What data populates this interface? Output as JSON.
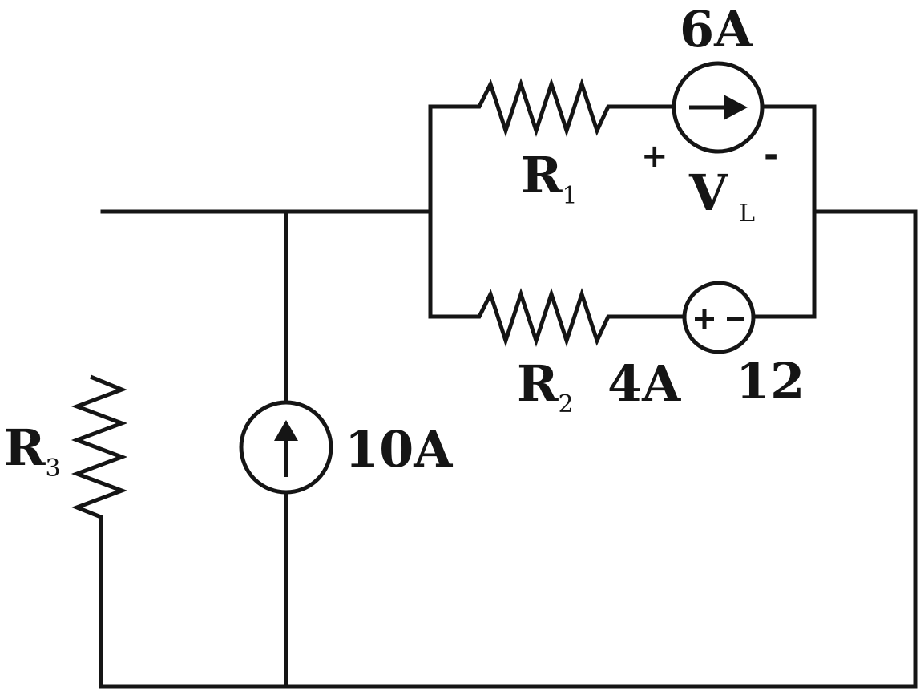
{
  "diagram": {
    "type": "circuit",
    "colors": {
      "ink": "#151515",
      "background": "#ffffff"
    },
    "components": {
      "r1": {
        "name": "R",
        "subscript": "1"
      },
      "r2": {
        "name": "R",
        "subscript": "2"
      },
      "r3": {
        "name": "R",
        "subscript": "3"
      },
      "current_source_top": {
        "value": "6A",
        "direction": "right"
      },
      "current_source_left": {
        "value": "10A",
        "direction": "up"
      },
      "voltage_source": {
        "value": "12",
        "plus": "+",
        "minus": "-"
      },
      "branch_current_r2": {
        "value": "4A"
      },
      "voltage_label": {
        "name": "V",
        "subscript": "L",
        "plus": "+",
        "minus": "-"
      }
    }
  }
}
